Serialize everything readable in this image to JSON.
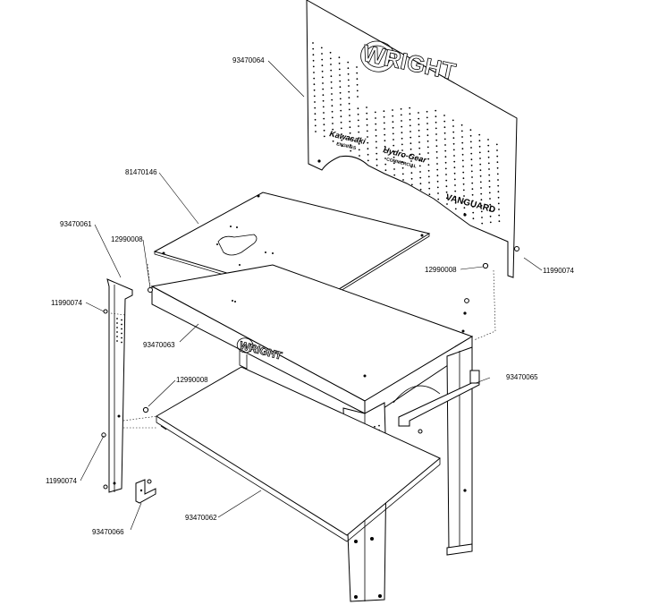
{
  "callouts": {
    "back_panel": "93470064",
    "top_plate": "81470146",
    "left_leg": "93470061",
    "washer_top_left": "12990008",
    "screw_left_upper": "11990074",
    "front_apron": "93470063",
    "washer_mid": "12990008",
    "screw_left_lower": "11990074",
    "bracket": "93470066",
    "shelf": "93470062",
    "washer_right": "12990008",
    "screw_right": "11990074",
    "side_bracket": "93470065"
  },
  "logos": {
    "wright_panel": "WRIGHT",
    "kawasaki_line1": "Kawasaki",
    "kawasaki_line2": "ENGINES",
    "hydro_line1": "Hydro-Gear",
    "hydro_line2": "COMMERCIAL",
    "vanguard": "VANGUARD",
    "wright_apron": "WRIGHT"
  }
}
